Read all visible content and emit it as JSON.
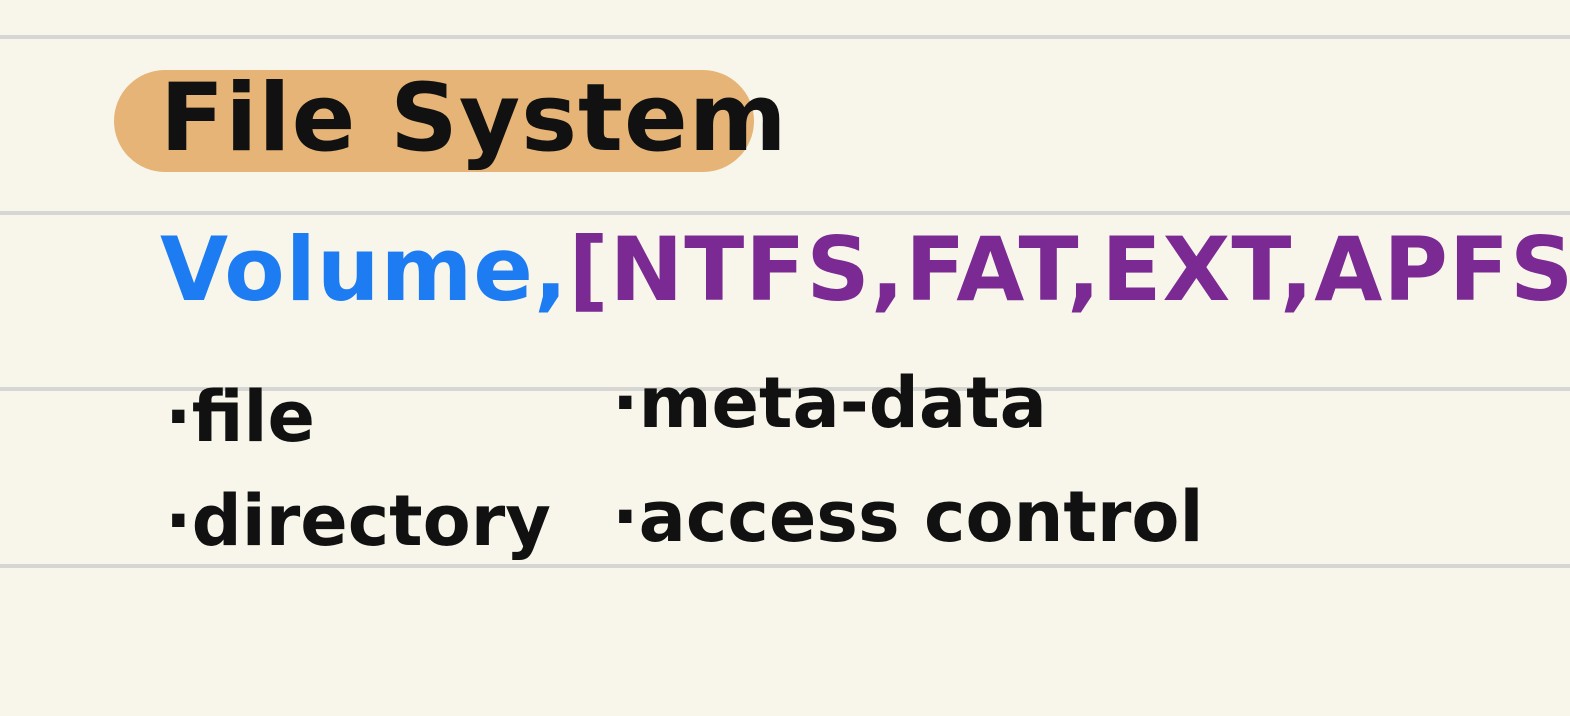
{
  "title": "File System",
  "volume": {
    "label": "Volume",
    "separator": ",",
    "types": "[NTFS,FAT,EXT,APFS]"
  },
  "items": {
    "left": [
      "·file",
      "·directory"
    ],
    "right": [
      "·meta-data",
      "·access control"
    ]
  },
  "colors": {
    "background": "#f8f6ea",
    "rule": "#d6d6d2",
    "title_highlight": "#e6b476",
    "ink": "#111111",
    "blue": "#1e7cf2",
    "purple": "#7c2a93"
  }
}
